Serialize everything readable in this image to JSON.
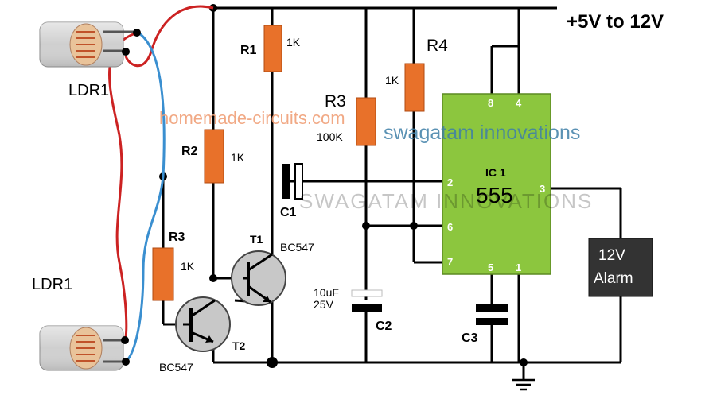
{
  "supply_label": "+5V to 12V",
  "watermarks": {
    "site": "homemade-circuits.com",
    "brand": "swagatam innovations",
    "faint": "SWAGATAM INNOVATIONS"
  },
  "ldr": {
    "top_label": "LDR1",
    "bottom_label": "LDR1"
  },
  "resistors": {
    "r1": {
      "name": "R1",
      "value": "1K"
    },
    "r2": {
      "name": "R2",
      "value": "1K"
    },
    "r3_left": {
      "name": "R3",
      "value": "1K"
    },
    "r3_right": {
      "name": "R3",
      "value": "100K"
    },
    "r4": {
      "name": "R4",
      "value": "1K"
    }
  },
  "capacitors": {
    "c1": {
      "name": "C1"
    },
    "c2": {
      "name": "C2",
      "value_line1": "10uF",
      "value_line2": "25V"
    },
    "c3": {
      "name": "C3"
    }
  },
  "transistors": {
    "t1": {
      "name": "T1",
      "part": "BC547"
    },
    "t2": {
      "name": "T2",
      "part": "BC547"
    }
  },
  "ic": {
    "name": "IC 1",
    "part": "555",
    "pins": {
      "p8": "8",
      "p4": "4",
      "p2": "2",
      "p3": "3",
      "p6": "6",
      "p7": "7",
      "p5": "5",
      "p1": "1"
    }
  },
  "alarm": {
    "line1": "12V",
    "line2": "Alarm"
  },
  "colors": {
    "ic_fill": "#8cc63e",
    "resistor_fill": "#e8712a",
    "wire_red": "#cc2222",
    "wire_blue": "#3a8fd0",
    "wire_black": "#000000"
  }
}
